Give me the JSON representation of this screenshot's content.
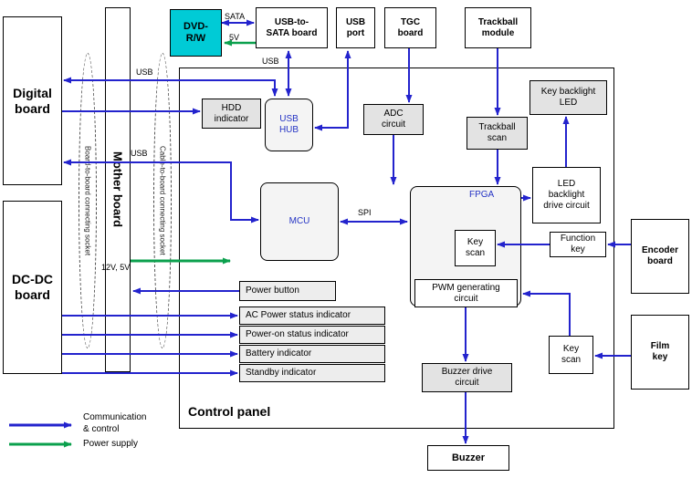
{
  "title": "Control panel",
  "nodes": {
    "digital_board": "Digital\nboard",
    "dc_dc_board": "DC-DC\nboard",
    "mother_board": "Mother board",
    "board_to_board_socket": "Board-to-board connecting socket",
    "cable_to_board_socket": "Cable-to-board connecting socket",
    "dvd_rw": "DVD-\nR/W",
    "usb_to_sata_board": "USB-to-\nSATA board",
    "usb_port": "USB\nport",
    "tgc_board": "TGC\nboard",
    "trackball_module": "Trackball\nmodule",
    "hdd_indicator": "HDD\nindicator",
    "usb_hub": "USB\nHUB",
    "adc_circuit": "ADC\ncircuit",
    "trackball_scan": "Trackball\nscan",
    "key_backlight_led": "Key backlight\nLED",
    "led_backlight_drive": "LED\nbacklight\ndrive circuit",
    "mcu": "MCU",
    "fpga": "FPGA",
    "key_scan_fpga": "Key\nscan",
    "pwm_circuit": "PWM generating\ncircuit",
    "function_key": "Function\nkey",
    "encoder_board": "Encoder\nboard",
    "key_scan_film": "Key\nscan",
    "film_key": "Film\nkey",
    "power_button": "Power button",
    "ac_power_indicator": "AC Power status indicator",
    "power_on_indicator": "Power-on status indicator",
    "battery_indicator": "Battery indicator",
    "standby_indicator": "Standby indicator",
    "buzzer_drive": "Buzzer drive\ncircuit",
    "buzzer": "Buzzer"
  },
  "wire_labels": {
    "sata": "SATA",
    "v5": "5V",
    "usb_sata_link": "USB",
    "usb_hub_link": "USB",
    "usb_mcu_link": "USB",
    "spi": "SPI",
    "v12_5": "12V, 5V"
  },
  "legend": {
    "communication": "Communication\n& control",
    "power": "Power supply"
  },
  "colors": {
    "signal_blue": "#2323cd",
    "power_green": "#0ba04d",
    "dvd_cyan": "#00cbd6",
    "accent_text_blue": "#2433c4",
    "gray_fill": "#e3e3e3"
  }
}
